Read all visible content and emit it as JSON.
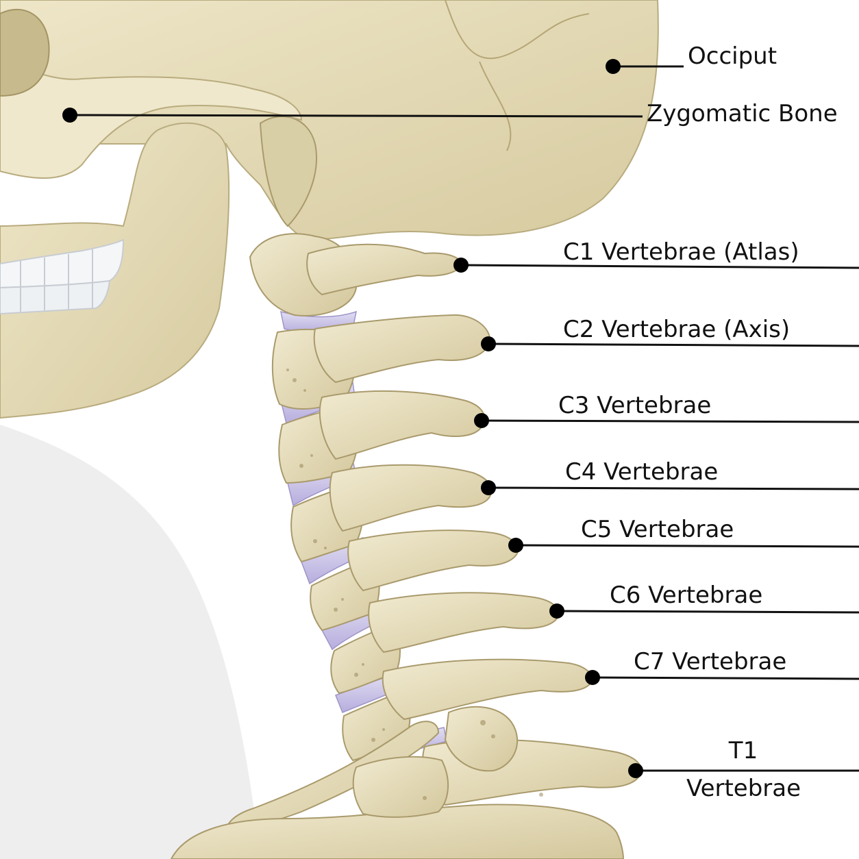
{
  "colors": {
    "bone": "#e9e1c4",
    "bone_shadow": "#c9bd93",
    "bone_dark": "#a89a6c",
    "disc": "#c9c2e6",
    "teeth": "#f4f6f8",
    "neck_silhouette": "#ededee",
    "leader_line": "#111111",
    "dot": "#000000"
  },
  "labels": {
    "occiput": "Occiput",
    "zygomatic": "Zygomatic Bone",
    "c1": "C1 Vertebrae (Atlas)",
    "c2": "C2 Vertebrae (Axis)",
    "c3": "C3 Vertebrae",
    "c4": "C4 Vertebrae",
    "c5": "C5 Vertebrae",
    "c6": "C6 Vertebrae",
    "c7": "C7 Vertebrae",
    "t1_line1": "T1",
    "t1_line2": "Vertebrae"
  }
}
